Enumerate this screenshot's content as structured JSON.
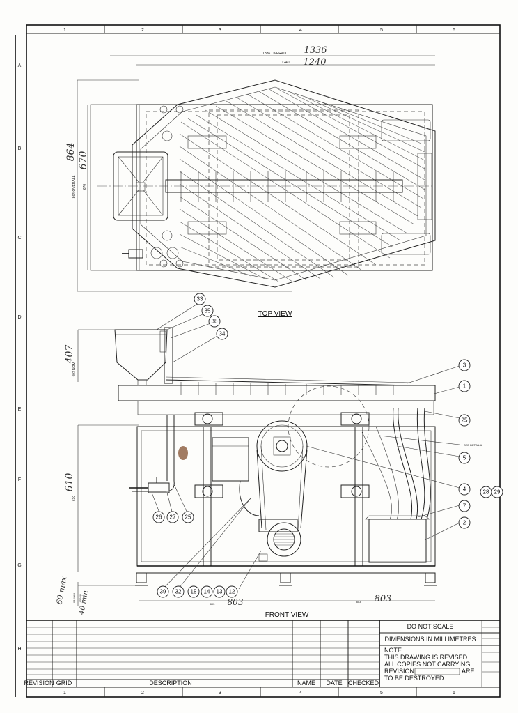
{
  "views": {
    "top_title": "TOP VIEW",
    "front_title": "FRONT VIEW"
  },
  "grid": {
    "columns": [
      "1",
      "2",
      "3",
      "4",
      "5",
      "6"
    ],
    "rows": [
      "A",
      "B",
      "C",
      "D",
      "E",
      "F",
      "G",
      "H"
    ]
  },
  "dimensions": {
    "overall_1336": "1336 OVERALL",
    "dim_1240": "1240",
    "hand_1336": "1336",
    "hand_1240": "1240",
    "overall_864": "864 OVERALL",
    "dim_670": "670",
    "hand_864": "864",
    "hand_670": "670",
    "nom_407": "407 NOM",
    "hand_407": "407",
    "dim_610": "610",
    "hand_610": "610",
    "max_60": "60 MAX",
    "min_40": "40 MIN",
    "hand_60": "60 max",
    "hand_40": "40 min",
    "dim_803_left": "803",
    "dim_803_right": "803",
    "hand_803_left": "803",
    "hand_803_right": "803",
    "detail_note": "SEE DETAIL A"
  },
  "balloons": [
    "33",
    "35",
    "38",
    "34",
    "3",
    "1",
    "25",
    "5",
    "4",
    "7",
    "2",
    "28",
    "29",
    "26",
    "27",
    "25",
    "39",
    "32",
    "15",
    "14",
    "13",
    "12"
  ],
  "title_block": {
    "do_not_scale": "DO NOT SCALE",
    "dimensions_in": "DIMENSIONS IN MILLIMETRES",
    "note_heading": "NOTE",
    "note_line1": "THIS DRAWING IS REVISED",
    "note_line2": "ALL COPIES NOT CARRYING",
    "note_line3a": "REVISION",
    "note_line3b": "ARE",
    "note_line4": "TO BE DESTROYED",
    "col_revision": "REVISION",
    "col_grid": "GRID",
    "col_description": "DESCRIPTION",
    "col_name": "NAME",
    "col_date": "DATE",
    "col_checked": "CHECKED"
  },
  "colors": {
    "paper": "#fdfdfb",
    "ink": "#222222",
    "pencil": "#444444",
    "stain": "#8a5a3c"
  }
}
